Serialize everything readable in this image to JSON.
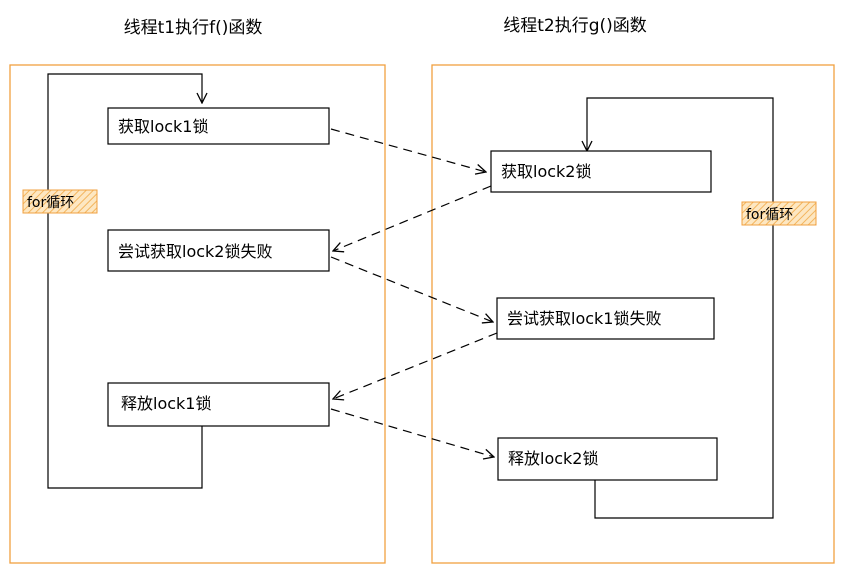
{
  "threads": {
    "t1": {
      "title": "线程t1执行f()函数",
      "loop_label": "for循环",
      "steps": [
        "获取lock1锁",
        "尝试获取lock2锁失败",
        "释放lock1锁"
      ]
    },
    "t2": {
      "title": "线程t2执行g()函数",
      "loop_label": "for循环",
      "steps": [
        "获取lock2锁",
        "尝试获取lock1锁失败",
        "释放lock2锁"
      ]
    }
  },
  "colors": {
    "container_border": "#f0a040",
    "loop_label_fill": "#fbd9a3",
    "loop_label_border": "#f0a040",
    "line": "#000000"
  },
  "icons": {
    "arrowhead": "arrow-icon"
  }
}
